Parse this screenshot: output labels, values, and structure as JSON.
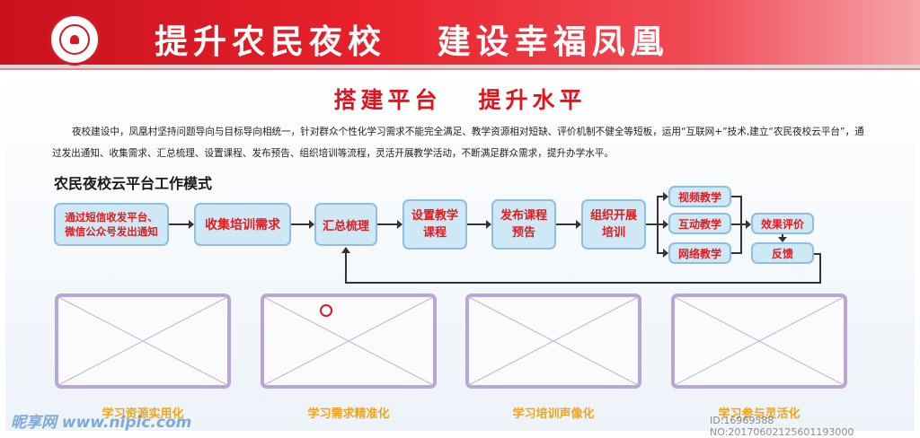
{
  "header": {
    "title": "提升农民夜校   建设幸福凤凰"
  },
  "section": {
    "subtitle": "搭建平台   提升水平",
    "intro": "夜校建设中，凤凰村坚持问题导向与目标导向相统一，针对群众个性化学习需求不能完全满足、教学资源相对短缺、评价机制不健全等短板，运用“互联网+”技术,建立“农民夜校云平台”，通过发出通知、收集需求、汇总梳理、设置课程、发布预告、组织培训等流程，灵活开展教学活动，不断满足群众需求，提升办学水平。",
    "flow_title": "农民夜校云平台工作模式"
  },
  "flow": {
    "steps": [
      "通过短信收发平台、微信公众号发出通知",
      "收集培训需求",
      "汇总梳理",
      "设置教学课程",
      "发布课程预告",
      "组织开展培训"
    ],
    "methods": [
      "视频教学",
      "互动教学",
      "网络教学"
    ],
    "evaluation": "效果评价",
    "feedback": "反馈"
  },
  "captions": [
    "学习资源实用化",
    "学习需求精准化",
    "学习培训声像化",
    "学习参与灵活化"
  ],
  "watermark": {
    "left": "昵享网 www.nipic.com",
    "right": "ID:16969588 NO:20170602125601193000"
  },
  "colors": {
    "banner_red": "#d21a22",
    "flow_text": "#e31a1c",
    "box_fill": "#cfe8f5",
    "caption": "#f0a41c",
    "frame_border": "#b9a6d6"
  }
}
